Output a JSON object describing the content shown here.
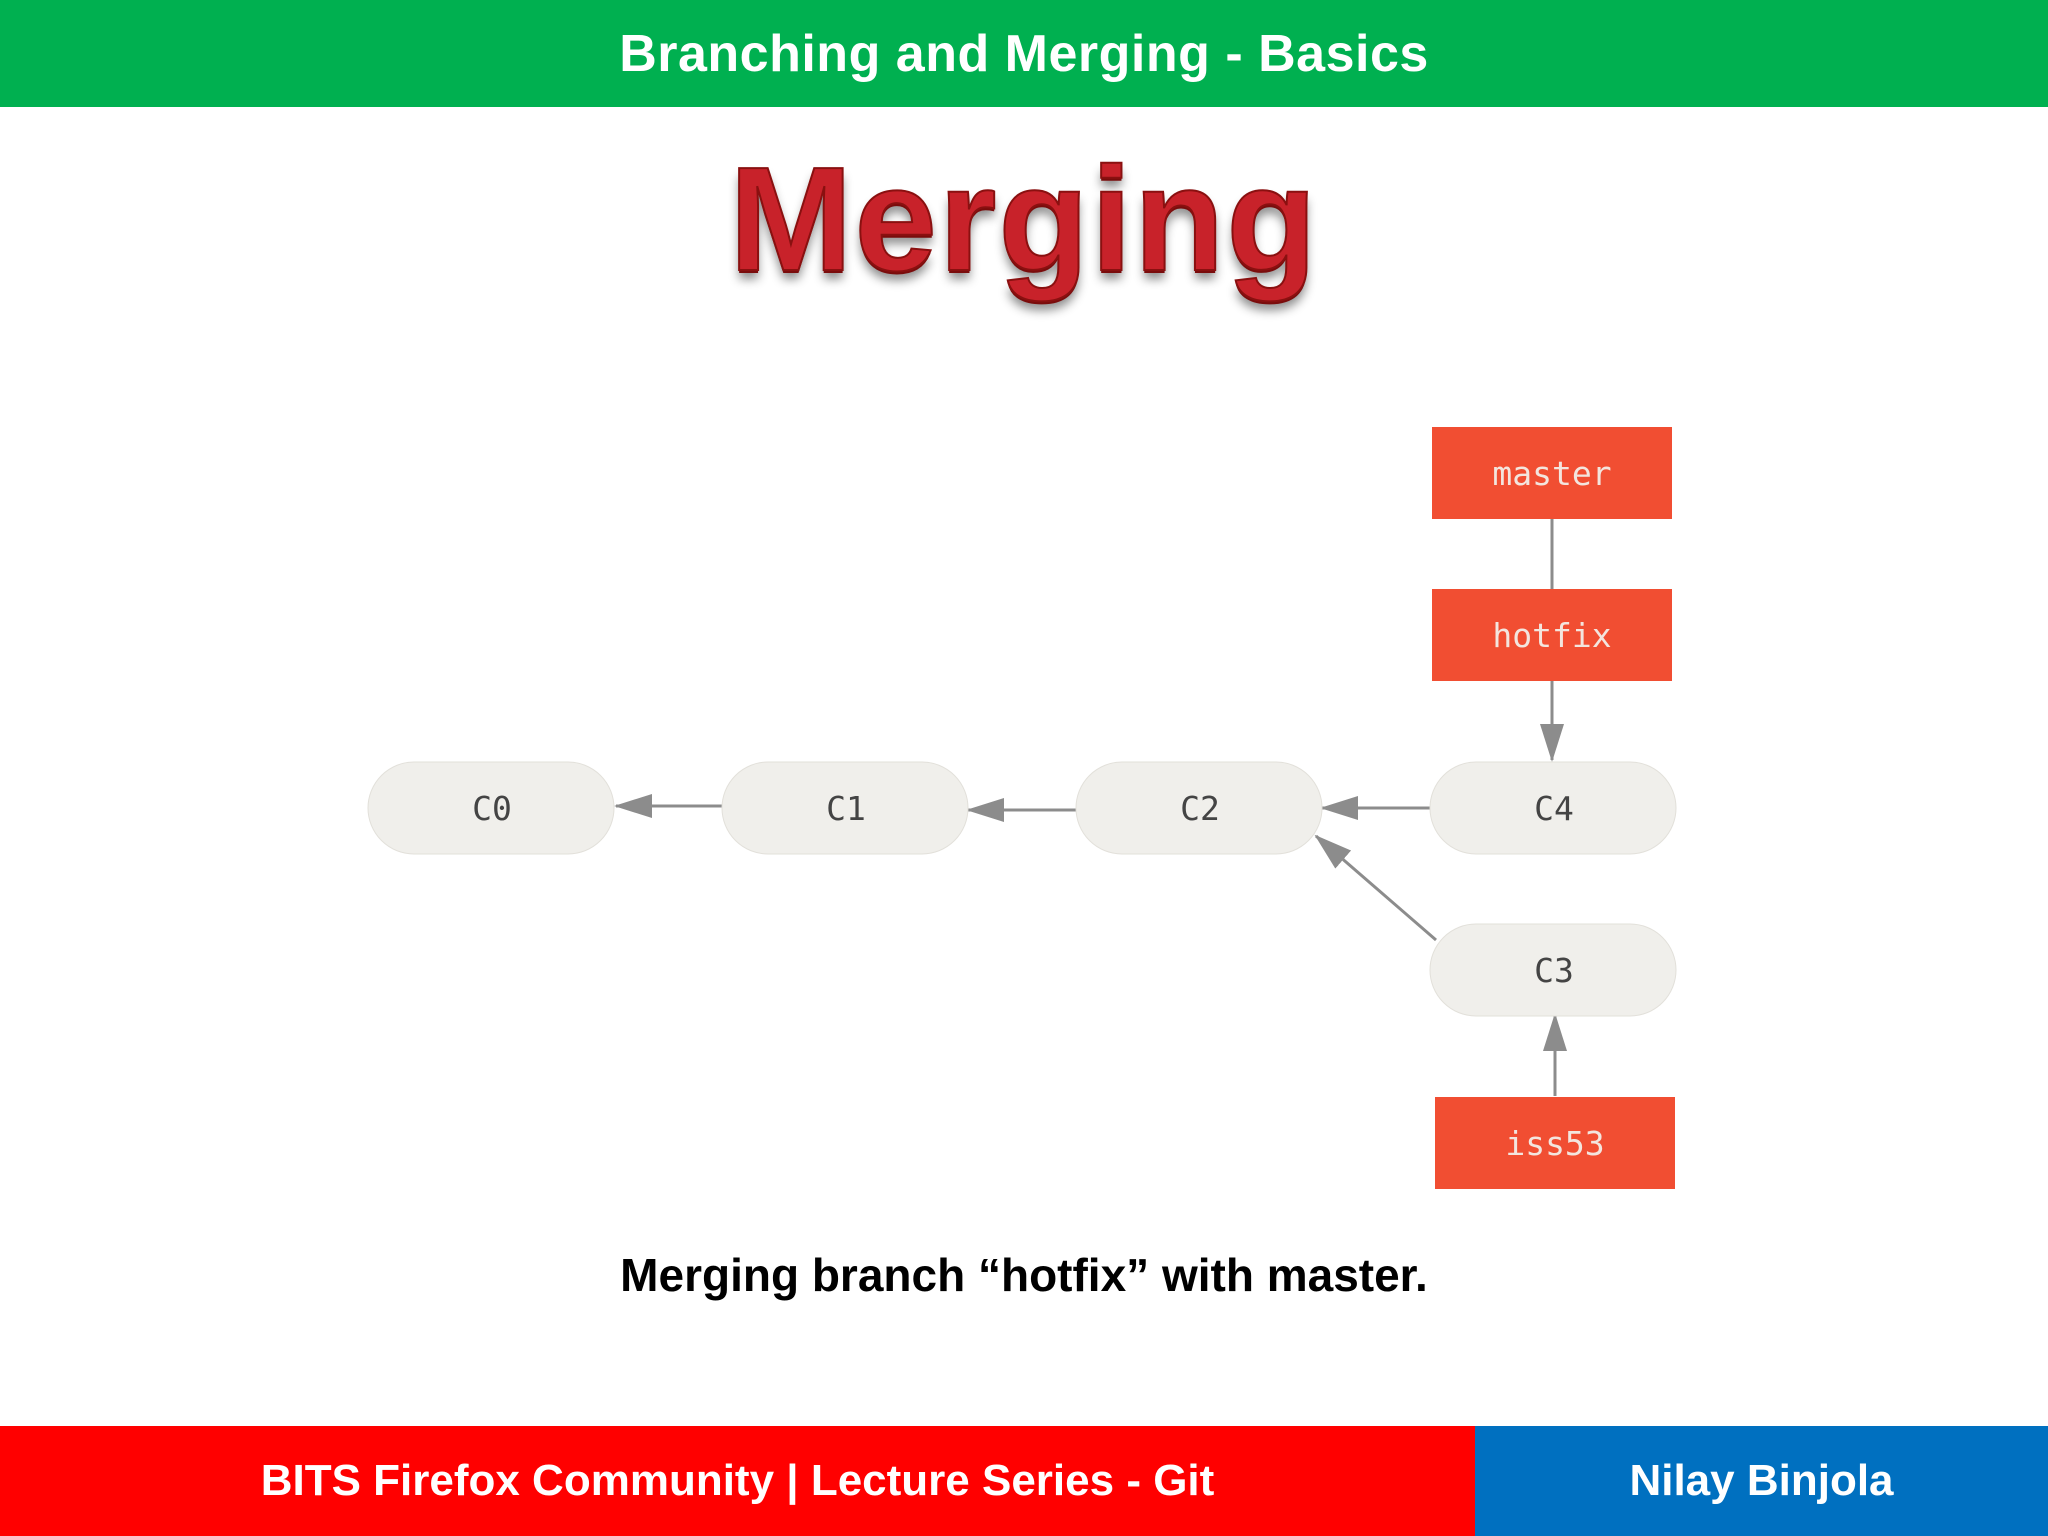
{
  "header": {
    "title": "Branching and Merging - Basics"
  },
  "slide": {
    "title": "Merging",
    "caption": "Merging branch “hotfix” with master."
  },
  "diagram": {
    "commits": [
      "C0",
      "C1",
      "C2",
      "C4",
      "C3"
    ],
    "branches": [
      "master",
      "hotfix",
      "iss53"
    ],
    "colors": {
      "branch_fill": "#f14e32",
      "commit_fill": "#f0efeb",
      "arrow": "#8c8c8c"
    }
  },
  "footer": {
    "left": "BITS Firefox Community | Lecture Series - Git",
    "right": "Nilay Binjola"
  }
}
